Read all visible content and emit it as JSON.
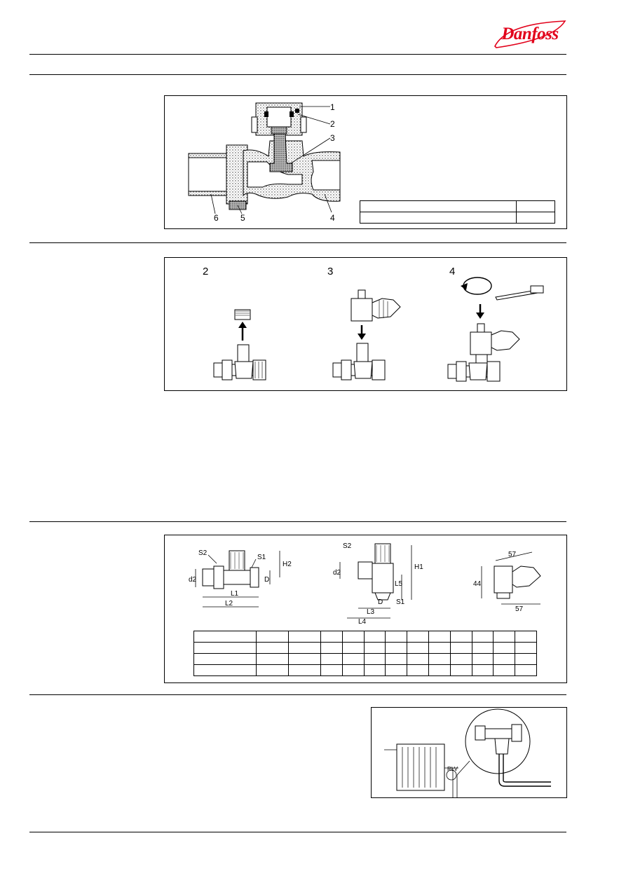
{
  "brand": {
    "name": "Danfoss",
    "color": "#e2001a"
  },
  "design": {
    "labels": [
      "1",
      "2",
      "3",
      "4",
      "5",
      "6"
    ]
  },
  "mounting": {
    "steps": [
      "2",
      "3",
      "4"
    ]
  },
  "dimensions": {
    "labels": {
      "s2": "S2",
      "s1": "S1",
      "h2": "H2",
      "d2": "d2",
      "d": "D",
      "l1": "L1",
      "l2": "L2",
      "h1": "H1",
      "l5": "L5",
      "l3": "L3",
      "l4": "L4",
      "d44": "44",
      "d57a": "57",
      "d57b": "57"
    }
  },
  "application": {
    "rlv_label": "RLV"
  }
}
